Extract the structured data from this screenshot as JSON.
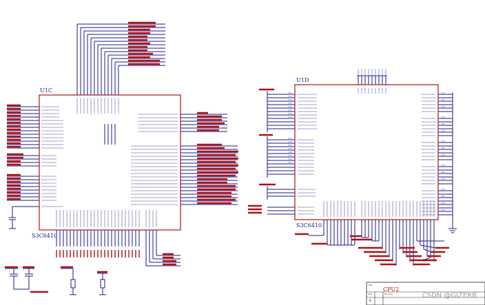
{
  "schematic": {
    "u1c": {
      "ref": "U1C",
      "part": "S3C6410"
    },
    "u1d": {
      "ref": "U1D",
      "part": "S3C6410"
    },
    "title_block": {
      "title": "CPU2",
      "size_label": "Size",
      "size_value": "B",
      "number_label": "Number",
      "title_label": "Title"
    }
  },
  "watermark": "CSDN @GIZERB",
  "colors": {
    "wire_blue": "#1a1a8a",
    "wire_red": "#b01010",
    "background": "#ffffff"
  }
}
